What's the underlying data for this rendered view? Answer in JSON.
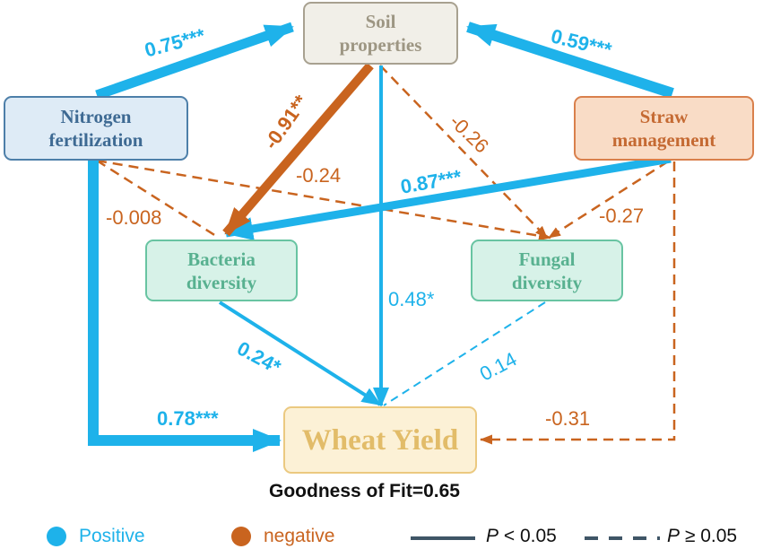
{
  "nodes": {
    "soil": "Soil\nproperties",
    "nitrogen": "Nitrogen\nfertilization",
    "straw": "Straw\nmanagement",
    "bacteria": "Bacteria\ndiversity",
    "fungal": "Fungal\ndiversity",
    "wheat": "Wheat Yield"
  },
  "paths": [
    {
      "from": "Nitrogen fertilization",
      "to": "Soil properties",
      "coef": "0.75***",
      "sign": "positive",
      "significant": true
    },
    {
      "from": "Straw management",
      "to": "Soil properties",
      "coef": "0.59***",
      "sign": "positive",
      "significant": true
    },
    {
      "from": "Soil properties",
      "to": "Bacteria diversity",
      "coef": "-0.91**",
      "sign": "negative",
      "significant": true
    },
    {
      "from": "Soil properties",
      "to": "Fungal diversity",
      "coef": "-0.26",
      "sign": "negative",
      "significant": false
    },
    {
      "from": "Nitrogen fertilization",
      "to": "Fungal diversity",
      "coef": "-0.24",
      "sign": "negative",
      "significant": false
    },
    {
      "from": "Straw management",
      "to": "Bacteria diversity",
      "coef": "0.87***",
      "sign": "positive",
      "significant": true
    },
    {
      "from": "Nitrogen fertilization",
      "to": "Bacteria diversity",
      "coef": "-0.008",
      "sign": "negative",
      "significant": false
    },
    {
      "from": "Straw management",
      "to": "Fungal diversity",
      "coef": "-0.27",
      "sign": "negative",
      "significant": false
    },
    {
      "from": "Soil properties",
      "to": "Wheat Yield",
      "coef": "0.48*",
      "sign": "positive",
      "significant": true
    },
    {
      "from": "Bacteria diversity",
      "to": "Wheat Yield",
      "coef": "0.24*",
      "sign": "positive",
      "significant": true
    },
    {
      "from": "Fungal diversity",
      "to": "Wheat Yield",
      "coef": "0.14",
      "sign": "positive",
      "significant": false
    },
    {
      "from": "Nitrogen fertilization",
      "to": "Wheat Yield",
      "coef": "0.78***",
      "sign": "positive",
      "significant": true
    },
    {
      "from": "Straw management",
      "to": "Wheat Yield",
      "coef": "-0.31",
      "sign": "negative",
      "significant": false
    }
  ],
  "fit_label": "Goodness of Fit=0.65",
  "legend": {
    "positive": "Positive",
    "negative": "negative",
    "solid_prefix": "P",
    "solid_suffix": " < 0.05",
    "dashed_prefix": "P",
    "dashed_suffix": " ≥ 0.05"
  },
  "colors": {
    "positive": "#1eb2ea",
    "negative": "#c9641f",
    "legend_line": "#3f5566"
  }
}
